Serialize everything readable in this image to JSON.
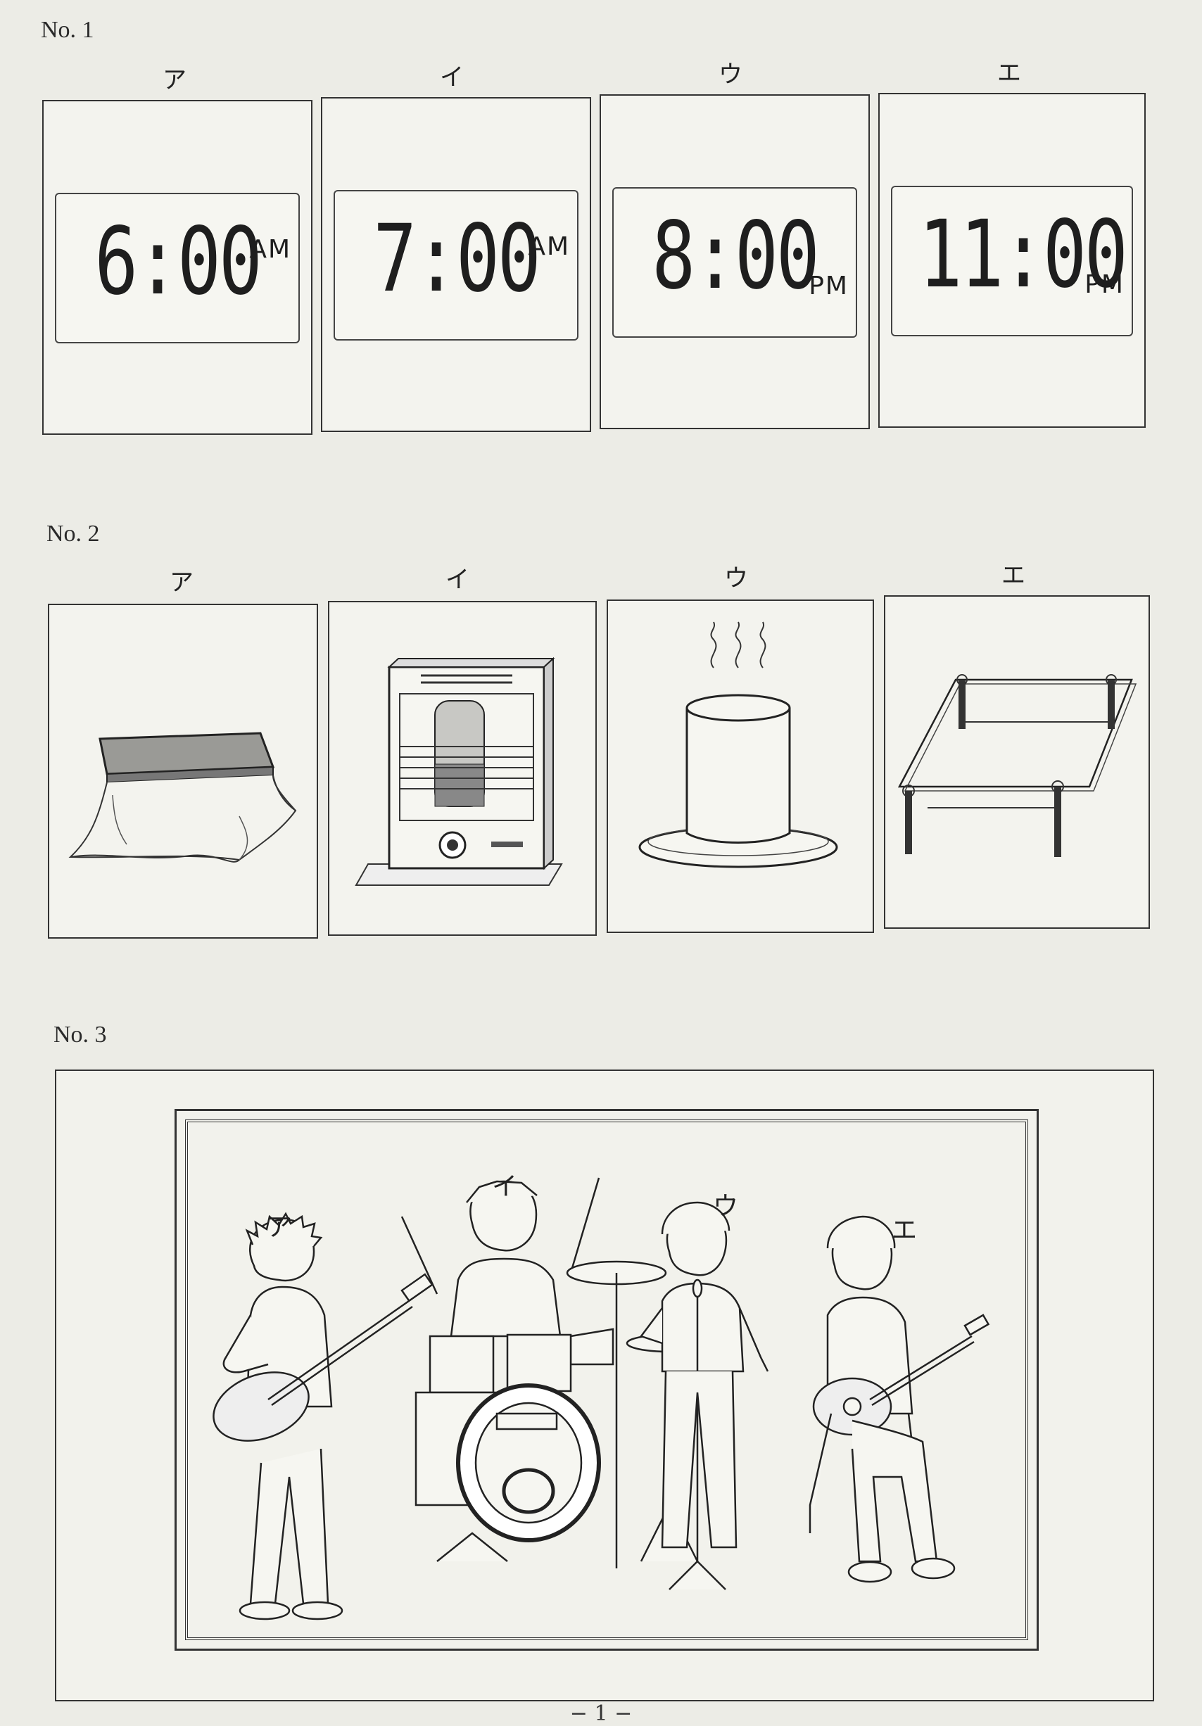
{
  "sections": {
    "no1": {
      "label": "No. 1",
      "options": [
        {
          "kana": "ア",
          "time": "6:00",
          "period": "AM"
        },
        {
          "kana": "イ",
          "time": "7:00",
          "period": "AM"
        },
        {
          "kana": "ウ",
          "time": "8:00",
          "period": "PM"
        },
        {
          "kana": "エ",
          "time": "11:00",
          "period": "PM"
        }
      ]
    },
    "no2": {
      "label": "No. 2",
      "options": [
        {
          "kana": "ア",
          "icon": "kotatsu-icon"
        },
        {
          "kana": "イ",
          "icon": "heater-icon"
        },
        {
          "kana": "ウ",
          "icon": "hot-cup-icon"
        },
        {
          "kana": "エ",
          "icon": "glass-table-icon"
        }
      ]
    },
    "no3": {
      "label": "No. 3",
      "members": [
        {
          "kana": "ア",
          "icon": "guitarist-icon"
        },
        {
          "kana": "イ",
          "icon": "drummer-icon"
        },
        {
          "kana": "ウ",
          "icon": "singer-icon"
        },
        {
          "kana": "エ",
          "icon": "acoustic-guitarist-icon"
        }
      ]
    }
  },
  "page_number": "− 1 −"
}
